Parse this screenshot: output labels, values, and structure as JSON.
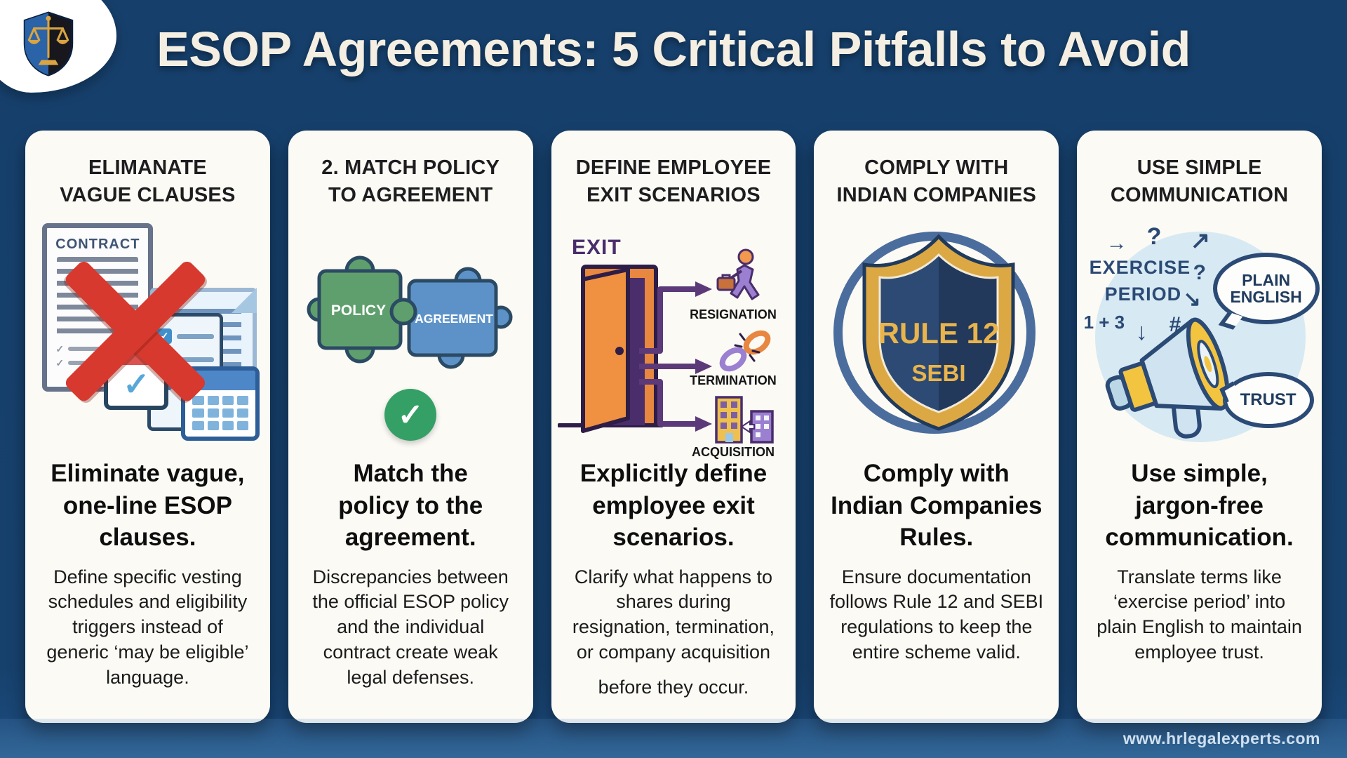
{
  "page": {
    "title": "ESOP Agreements: 5 Critical Pitfalls to Avoid",
    "footer_url": "www.hrlegalexperts.com",
    "colors": {
      "background_navy": "#163f6b",
      "card_white": "#fbfaf5",
      "title_cream": "#f4efe2",
      "alert_red": "#d8392e",
      "policy_green": "#5f9f6d",
      "agreement_blue": "#5d92c8",
      "check_green": "#35a065",
      "door_orange": "#e8873f",
      "exit_purple": "#4a2d6b",
      "shield_navy": "#2c4a74",
      "shield_gold": "#dca844",
      "comm_navy": "#2b4a75",
      "comm_yellow": "#f2c440"
    }
  },
  "icons": {
    "logo": "scales-of-justice-shield",
    "check": "✓",
    "question": "?",
    "hash": "#",
    "arrow_right": "→",
    "arrow_up_right": "↗",
    "arrow_down_right": "↘",
    "arrow_down": "↓"
  },
  "cards": [
    {
      "title": "ELIMANATE\nVAGUE CLAUSES",
      "illustration": {
        "contract_label": "CONTRACT"
      },
      "subtitle": "Eliminate vague,\none-line ESOP\nclauses.",
      "body": "Define specific vesting schedules and eligibility triggers instead of generic ‘may be eligible’ language."
    },
    {
      "title": "2. MATCH POLICY\nTO AGREEMENT",
      "illustration": {
        "left_piece": "POLICY",
        "right_piece": "AGREEMENT"
      },
      "subtitle": "Match the\npolicy to the\nagreement.",
      "body": "Discrepancies between the official ESOP policy and the individual contract create weak legal defenses."
    },
    {
      "title": "DEFINE EMPLOYEE\nEXIT SCENARIOS",
      "illustration": {
        "exit_label": "EXIT",
        "scenarios": [
          "RESIGNATION",
          "TERMINATION",
          "ACQUISITION"
        ]
      },
      "subtitle": "Explicitly define\nemployee exit\nscenarios.",
      "body": "Clarify what happens to shares during resignation, termination, or company acquisition",
      "body2": "before they occur."
    },
    {
      "title": "COMPLY WITH\nINDIAN COMPANIES",
      "illustration": {
        "shield_line1": "RULE 12",
        "shield_line2": "SEBI"
      },
      "subtitle": "Comply with\nIndian Companies\nRules.",
      "body": "Ensure documentation follows Rule 12 and SEBI regulations to keep the entire scheme valid."
    },
    {
      "title": "USE SIMPLE\nCOMMUNICATION",
      "illustration": {
        "jargon_word1": "EXERCISE",
        "jargon_word2": "PERIOD",
        "jargon_expr": "1 + 3",
        "bubble_plain": "PLAIN ENGLISH",
        "bubble_trust": "TRUST"
      },
      "subtitle": "Use simple,\njargon-free\ncommunication.",
      "body": "Translate terms like ‘exercise period’ into plain English to maintain employee trust."
    }
  ]
}
